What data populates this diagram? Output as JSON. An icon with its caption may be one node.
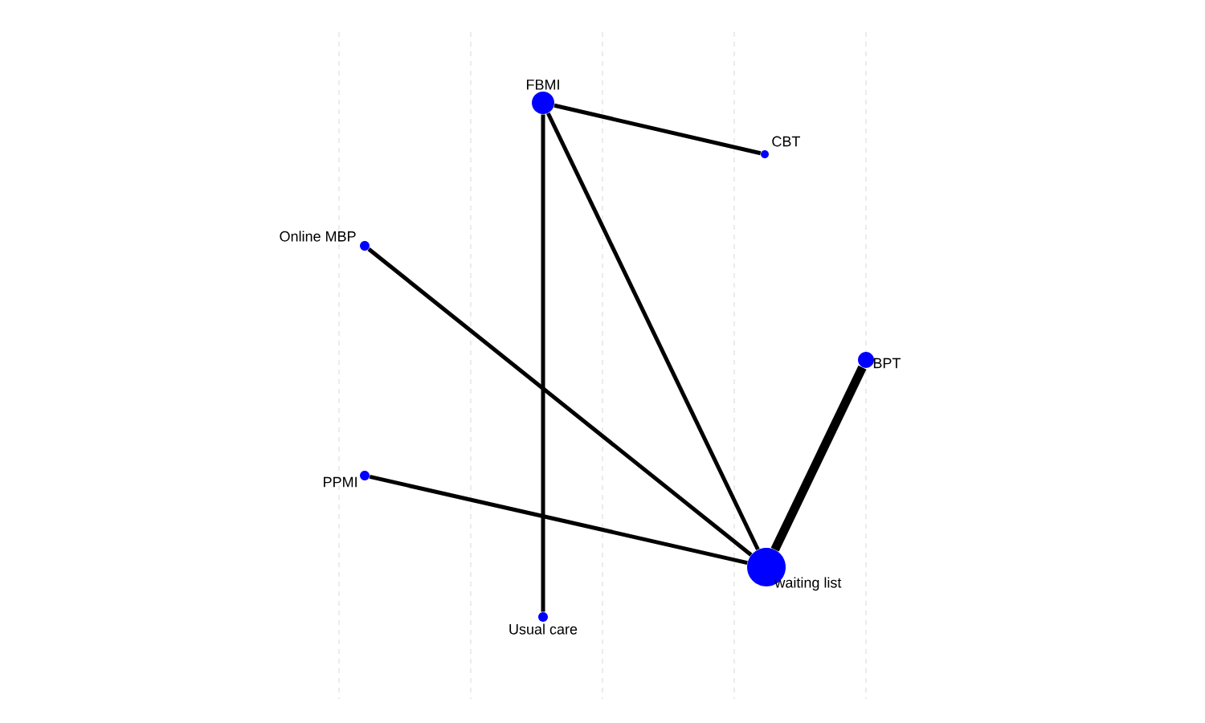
{
  "diagram": {
    "nodes": [
      {
        "text": [],
        "shape": "circle",
        "beside": [
          "FBMI"
        ]
      },
      {
        "text": [],
        "shape": "circle",
        "beside": [
          "CBT"
        ]
      },
      {
        "text": [],
        "shape": "circle",
        "beside": [
          "Online MBP"
        ]
      },
      {
        "text": [],
        "shape": "circle",
        "beside": [
          "BPT"
        ]
      },
      {
        "text": [],
        "shape": "circle",
        "beside": [
          "PPMI"
        ]
      },
      {
        "text": [],
        "shape": "circle",
        "beside": [
          "waiting list"
        ]
      },
      {
        "text": [],
        "shape": "circle",
        "beside": [
          "Usual care"
        ]
      }
    ],
    "edges": [
      {
        "from": 0,
        "to": 1,
        "arrow": "none"
      },
      {
        "from": 0,
        "to": 6,
        "arrow": "none"
      },
      {
        "from": 0,
        "to": 5,
        "arrow": "none"
      },
      {
        "from": 2,
        "to": 5,
        "arrow": "none"
      },
      {
        "from": 4,
        "to": 5,
        "arrow": "none"
      },
      {
        "from": 3,
        "to": 5,
        "arrow": "none",
        "style": "thick"
      }
    ]
  }
}
